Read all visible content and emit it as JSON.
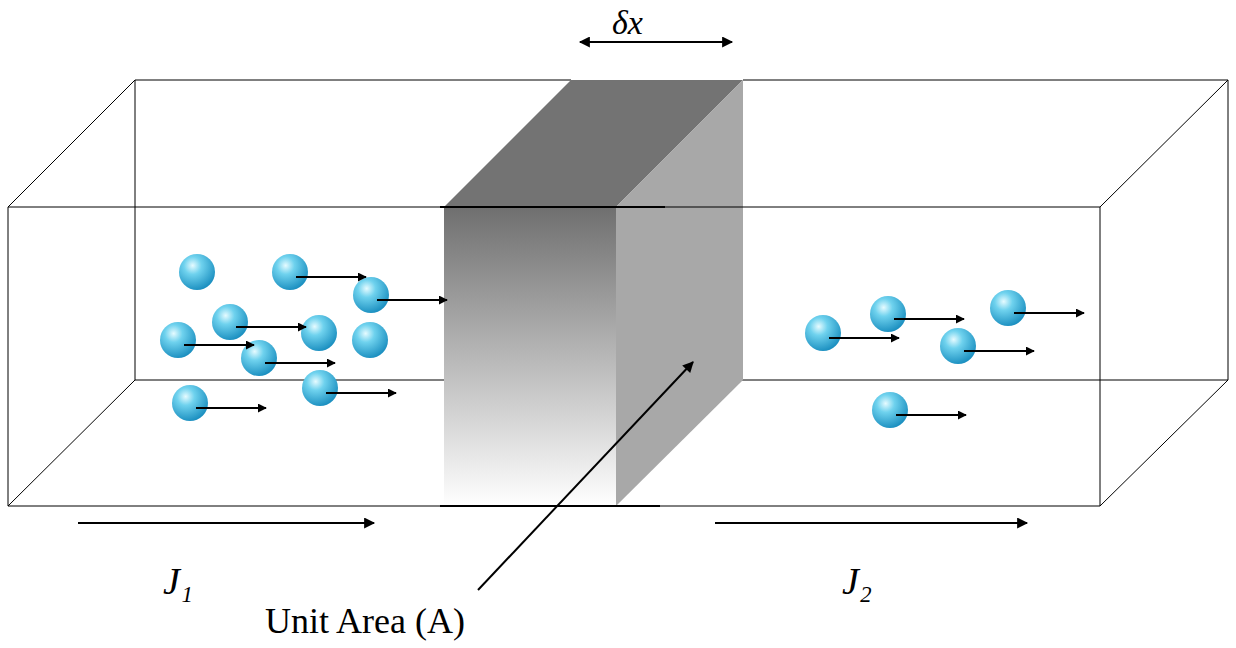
{
  "diagram": {
    "labels": [
      "δx",
      "J₁",
      "J₂",
      "Unit Area (A)"
    ]
  }
}
